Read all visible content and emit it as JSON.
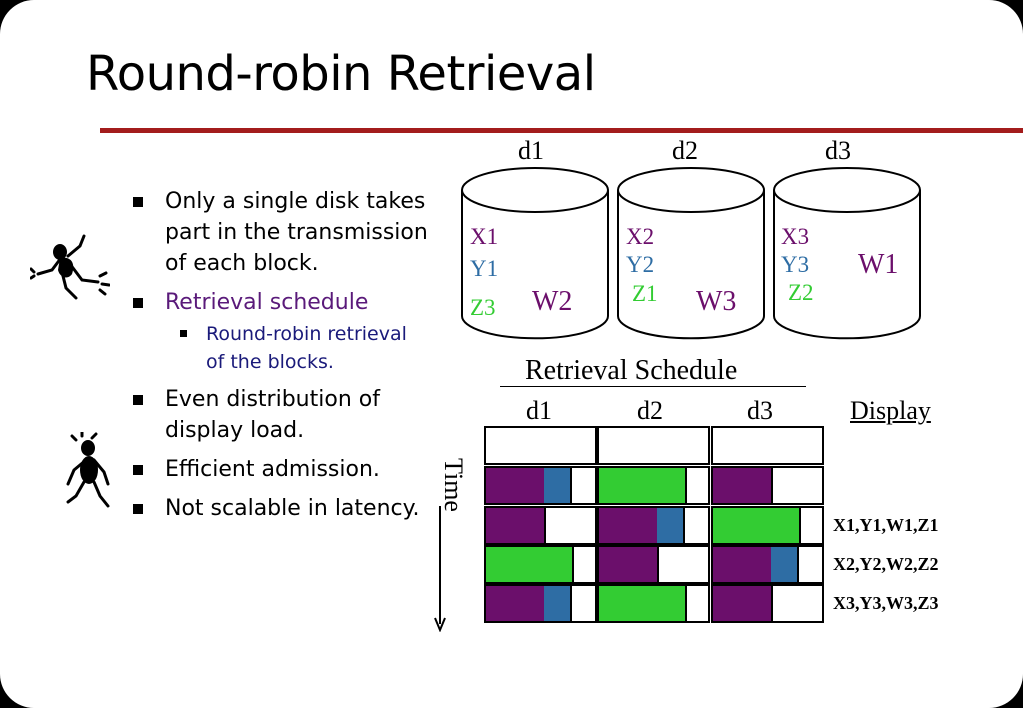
{
  "slide": {
    "title": "Round-robin Retrieval",
    "bullets": [
      "Only a single disk takes part in the transmission of each block.",
      "Retrieval schedule",
      "Even distribution of display load.",
      "Efficient admission.",
      "Not scalable in latency."
    ],
    "sub_bullet": "Round-robin retrieval of the blocks."
  },
  "colors": {
    "accent_rule": "#a31c1c",
    "purple": "#6b0f6b",
    "blue": "#2e6da4",
    "green": "#33cc33"
  },
  "icons": [
    "stick-figure-running-icon",
    "stick-figure-dancing-icon"
  ],
  "disks": {
    "labels": [
      "d1",
      "d2",
      "d3"
    ],
    "d1": {
      "x": "X1",
      "y": "Y1",
      "z": "Z3",
      "w": "W2"
    },
    "d2": {
      "x": "X2",
      "y": "Y2",
      "z": "Z1",
      "w": "W3"
    },
    "d3": {
      "x": "X3",
      "y": "Y3",
      "z": "Z2",
      "w": "W1"
    }
  },
  "schedule": {
    "title": "Retrieval Schedule",
    "columns": [
      "d1",
      "d2",
      "d3"
    ],
    "display_header": "Display",
    "time_label": "Time",
    "rows": [
      [
        [],
        [],
        []
      ],
      [
        [
          "purple",
          "blue"
        ],
        [
          "green"
        ],
        [
          "purple"
        ]
      ],
      [
        [
          "purple"
        ],
        [
          "purple",
          "blue"
        ],
        [
          "green"
        ]
      ],
      [
        [
          "green"
        ],
        [
          "purple"
        ],
        [
          "purple",
          "blue"
        ]
      ],
      [
        [
          "purple",
          "blue"
        ],
        [
          "green"
        ],
        [
          "purple"
        ]
      ]
    ],
    "display": [
      "",
      "",
      "X1,Y1,W1,Z1",
      "X2,Y2,W2,Z2",
      "X3,Y3,W3,Z3"
    ]
  }
}
